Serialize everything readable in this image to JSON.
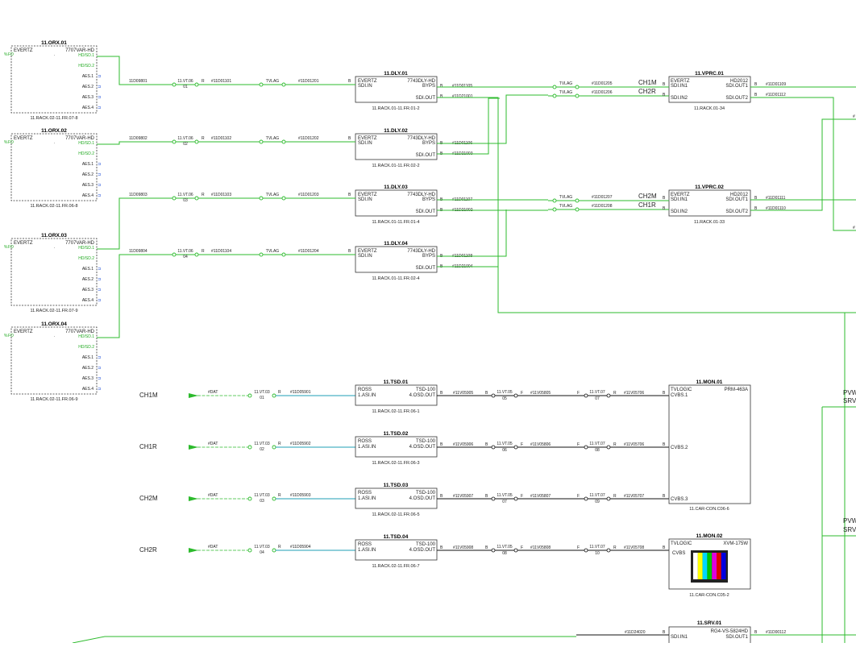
{
  "orx": [
    {
      "title": "11.ORX.01",
      "maker": "EVERTZ",
      "model": "7707VAR-HD",
      "loc": "11.RACK.02-11.FR.07-8"
    },
    {
      "title": "11.ORX.02",
      "maker": "EVERTZ",
      "model": "7707VAR-HD",
      "loc": "11.RACK.02-11.FR.06-8"
    },
    {
      "title": "11.ORX.03",
      "maker": "EVERTZ",
      "model": "7707VAR-HD",
      "loc": "11.RACK.02-11.FR.07-9"
    },
    {
      "title": "11.ORX.04",
      "maker": "EVERTZ",
      "model": "7707VAR-HD",
      "loc": "11.RACK.02-11.FR.06-9"
    }
  ],
  "orx_ports": {
    "fo": "FO",
    "hd1": "HD/SD.1",
    "hd2": "HD/SD.2",
    "aes": [
      "AES.1",
      "AES.2",
      "AES.3",
      "AES.4"
    ]
  },
  "dly": [
    {
      "title": "11.DLY.01",
      "maker": "EVERTZ",
      "model": "7743DLY-HD",
      "in": "SDI.IN",
      "byps": "BYPS",
      "out": "SDI.OUT",
      "loc": "11.RACK.01-11.FR.01-2",
      "cin": "#11D01201",
      "cbyp": "#11D01105",
      "cout": "#11D21001"
    },
    {
      "title": "11.DLY.02",
      "maker": "EVERTZ",
      "model": "7743DLY-HD",
      "in": "SDI.IN",
      "byps": "BYPS",
      "out": "SDI.OUT",
      "loc": "11.RACK.01-11.FR.02-2",
      "cin": "#11D01202",
      "cbyp": "#11D01106",
      "cout": "#11D21003"
    },
    {
      "title": "11.DLY.03",
      "maker": "EVERTZ",
      "model": "7743DLY-HD",
      "in": "SDI.IN",
      "byps": "BYPS",
      "out": "SDI.OUT",
      "loc": "11.RACK.01-11.FR.01-4",
      "cin": "#11D01203",
      "cbyp": "#11D01107",
      "cout": "#11D21002"
    },
    {
      "title": "11.DLY.04",
      "maker": "EVERTZ",
      "model": "7743DLY-HD",
      "in": "SDI.IN",
      "byps": "BYPS",
      "out": "SDI.OUT",
      "loc": "11.RACK.01-11.FR.02-4",
      "cin": "#11D01204",
      "cbyp": "#11D01108",
      "cout": "#11D21004"
    }
  ],
  "orx_links": [
    {
      "cable": "11D09801",
      "vt": "11.VT.06",
      "vt_n": "01",
      "code": "#11D01101"
    },
    {
      "cable": "11D09802",
      "vt": "11.VT.06",
      "vt_n": "02",
      "code": "#11D01102"
    },
    {
      "cable": "11D09803",
      "vt": "11.VT.06",
      "vt_n": "03",
      "code": "#11D01103"
    },
    {
      "cable": "11D09804",
      "vt": "11.VT.06",
      "vt_n": "04",
      "code": "#11D01104"
    }
  ],
  "tvl_label": "TVLAG",
  "vprc": [
    {
      "title": "11.VPRC.01",
      "maker": "EVERTZ",
      "model": "HD2012",
      "in1": "SDI.IN1",
      "in2": "SDI.IN2",
      "out1": "SDI.OUT1",
      "out2": "SDI.OUT2",
      "loc": "11.RACK.01-34",
      "ch1": "CH1M",
      "ch2": "CH2R",
      "cin1": "#11D01205",
      "cin2": "#11D01206",
      "cout1": "#11D01109",
      "cout2": "#11D01112"
    },
    {
      "title": "11.VPRC.02",
      "maker": "EVERTZ",
      "model": "HD2012",
      "in1": "SDI.IN1",
      "in2": "SDI.IN2",
      "out1": "SDI.OUT1",
      "out2": "SDI.OUT2",
      "loc": "11.RACK.01-33",
      "ch1": "CH2M",
      "ch2": "CH1R",
      "cin1": "#11D01207",
      "cin2": "#11D01208",
      "cout1": "#11D01111",
      "cout2": "#11D01110"
    }
  ],
  "tsd": [
    {
      "side": "CH1M",
      "title": "11.TSD.01",
      "maker": "ROSS",
      "model": "TSD-100",
      "in": "1.ASI.IN",
      "out": "4.OSD.OUT",
      "loc": "11.RACK.02-11.FR.06-1",
      "dat": "#DAT",
      "vt": "11.VT.03",
      "vt_n": "01",
      "code_in": "#11D05901",
      "c1": "#11V05905",
      "vt2": "11.VT.05",
      "vt2_n": "05",
      "c2": "#11V05805",
      "vt3": "11.VT.07",
      "vt3_n": "07",
      "c3": "#11V05706"
    },
    {
      "side": "CH1R",
      "title": "11.TSD.02",
      "maker": "ROSS",
      "model": "TSD-100",
      "in": "1.ASI.IN",
      "out": "4.OSD.OUT",
      "loc": "11.RACK.02-11.FR.06-3",
      "dat": "#DAT",
      "vt": "11.VT.03",
      "vt_n": "02",
      "code_in": "#11D05902",
      "c1": "#11V05906",
      "vt2": "11.VT.05",
      "vt2_n": "06",
      "c2": "#11V05806",
      "vt3": "11.VT.07",
      "vt3_n": "08",
      "c3": "#11V05706"
    },
    {
      "side": "CH2M",
      "title": "11.TSD.03",
      "maker": "ROSS",
      "model": "TSD-100",
      "in": "1.ASI.IN",
      "out": "4.OSD.OUT",
      "loc": "11.RACK.02-11.FR.06-5",
      "dat": "#DAT",
      "vt": "11.VT.03",
      "vt_n": "03",
      "code_in": "#11D05903",
      "c1": "#11V05907",
      "vt2": "11.VT.05",
      "vt2_n": "07",
      "c2": "#11V05807",
      "vt3": "11.VT.07",
      "vt3_n": "09",
      "c3": "#11V05707"
    },
    {
      "side": "CH2R",
      "title": "11.TSD.04",
      "maker": "ROSS",
      "model": "TSD-100",
      "in": "1.ASI.IN",
      "out": "4.OSD.OUT",
      "loc": "11.RACK.02-11.FR.06-7",
      "dat": "#DAT",
      "vt": "11.VT.03",
      "vt_n": "04",
      "code_in": "#11D05904",
      "c1": "#11V05908",
      "vt2": "11.VT.05",
      "vt2_n": "08",
      "c2": "#11V05808",
      "vt3": "11.VT.07",
      "vt3_n": "10",
      "c3": "#11V05708"
    }
  ],
  "mon1": {
    "title": "11.MON.01",
    "maker": "TVLOGIC",
    "model": "PRM-463A",
    "in1": "CVBS.1",
    "in2": "CVBS.2",
    "in3": "CVBS.3",
    "loc": "11.CAR-CON.C06-6"
  },
  "mon2": {
    "title": "11.MON.02",
    "maker": "TVLOGIC",
    "model": "XVM-175W",
    "in": "CVBS",
    "loc": "11.CAR-CON.C05-2"
  },
  "srv": {
    "title": "11.SRV.01",
    "model": "RG4-VS-5824HD",
    "in": "SDI.IN1",
    "out": "SDI.OUT1",
    "cin": "#11D24020",
    "cout": "#11D00112"
  },
  "right_edge": {
    "pvw1": "PVW",
    "srv1": "SRV",
    "pvw2": "PVW",
    "srv2": "SRV",
    "hash": "#"
  },
  "port_letters": {
    "b": "B",
    "r": "R",
    "f": "F"
  },
  "colors": {
    "wire": "#2dbb2d",
    "cyan": "#1f9fb5",
    "black": "#111111",
    "blue_icon": "#1f4fd6"
  }
}
